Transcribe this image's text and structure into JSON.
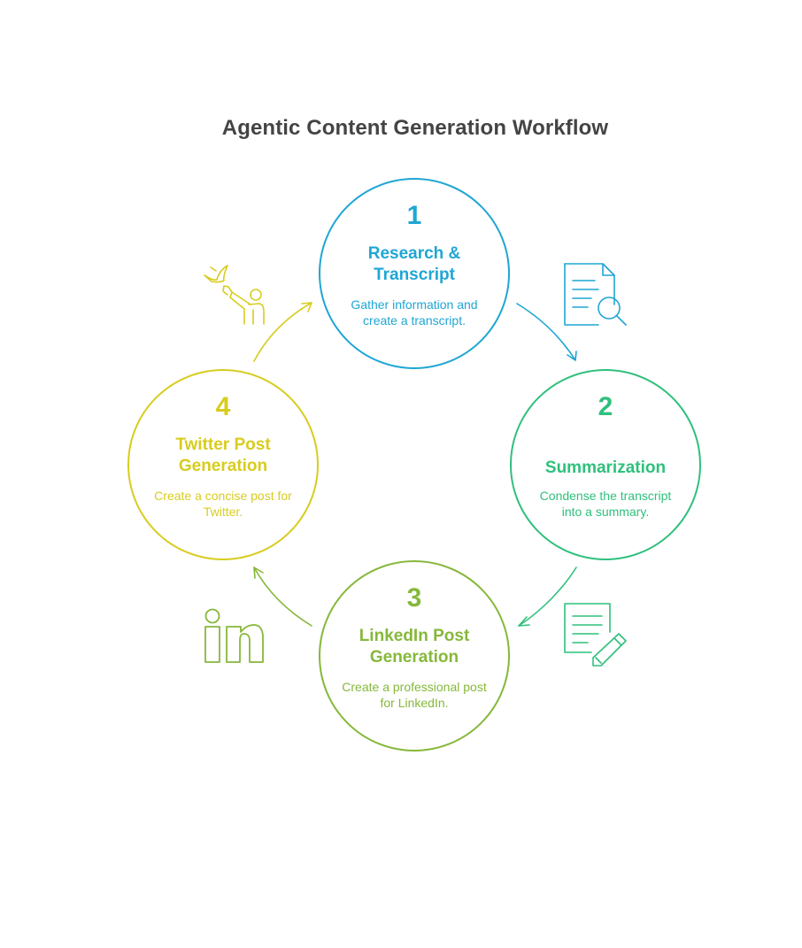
{
  "title": "Agentic Content Generation Workflow",
  "colors": {
    "step1": "#1fa6d4",
    "step2": "#2fc07c",
    "step3": "#86b83a",
    "step4": "#d8cc1e",
    "title": "#444444"
  },
  "steps": [
    {
      "number": "1",
      "title": "Research & Transcript",
      "description": "Gather information and create a transcript.",
      "icon": "document-search-icon"
    },
    {
      "number": "2",
      "title": "Summarization",
      "description": "Condense the transcript into a summary.",
      "icon": "document-edit-icon"
    },
    {
      "number": "3",
      "title": "LinkedIn Post Generation",
      "description": "Create a professional post for LinkedIn.",
      "icon": "linkedin-icon"
    },
    {
      "number": "4",
      "title": "Twitter Post Generation",
      "description": "Create a concise post for Twitter.",
      "icon": "person-bird-icon"
    }
  ]
}
